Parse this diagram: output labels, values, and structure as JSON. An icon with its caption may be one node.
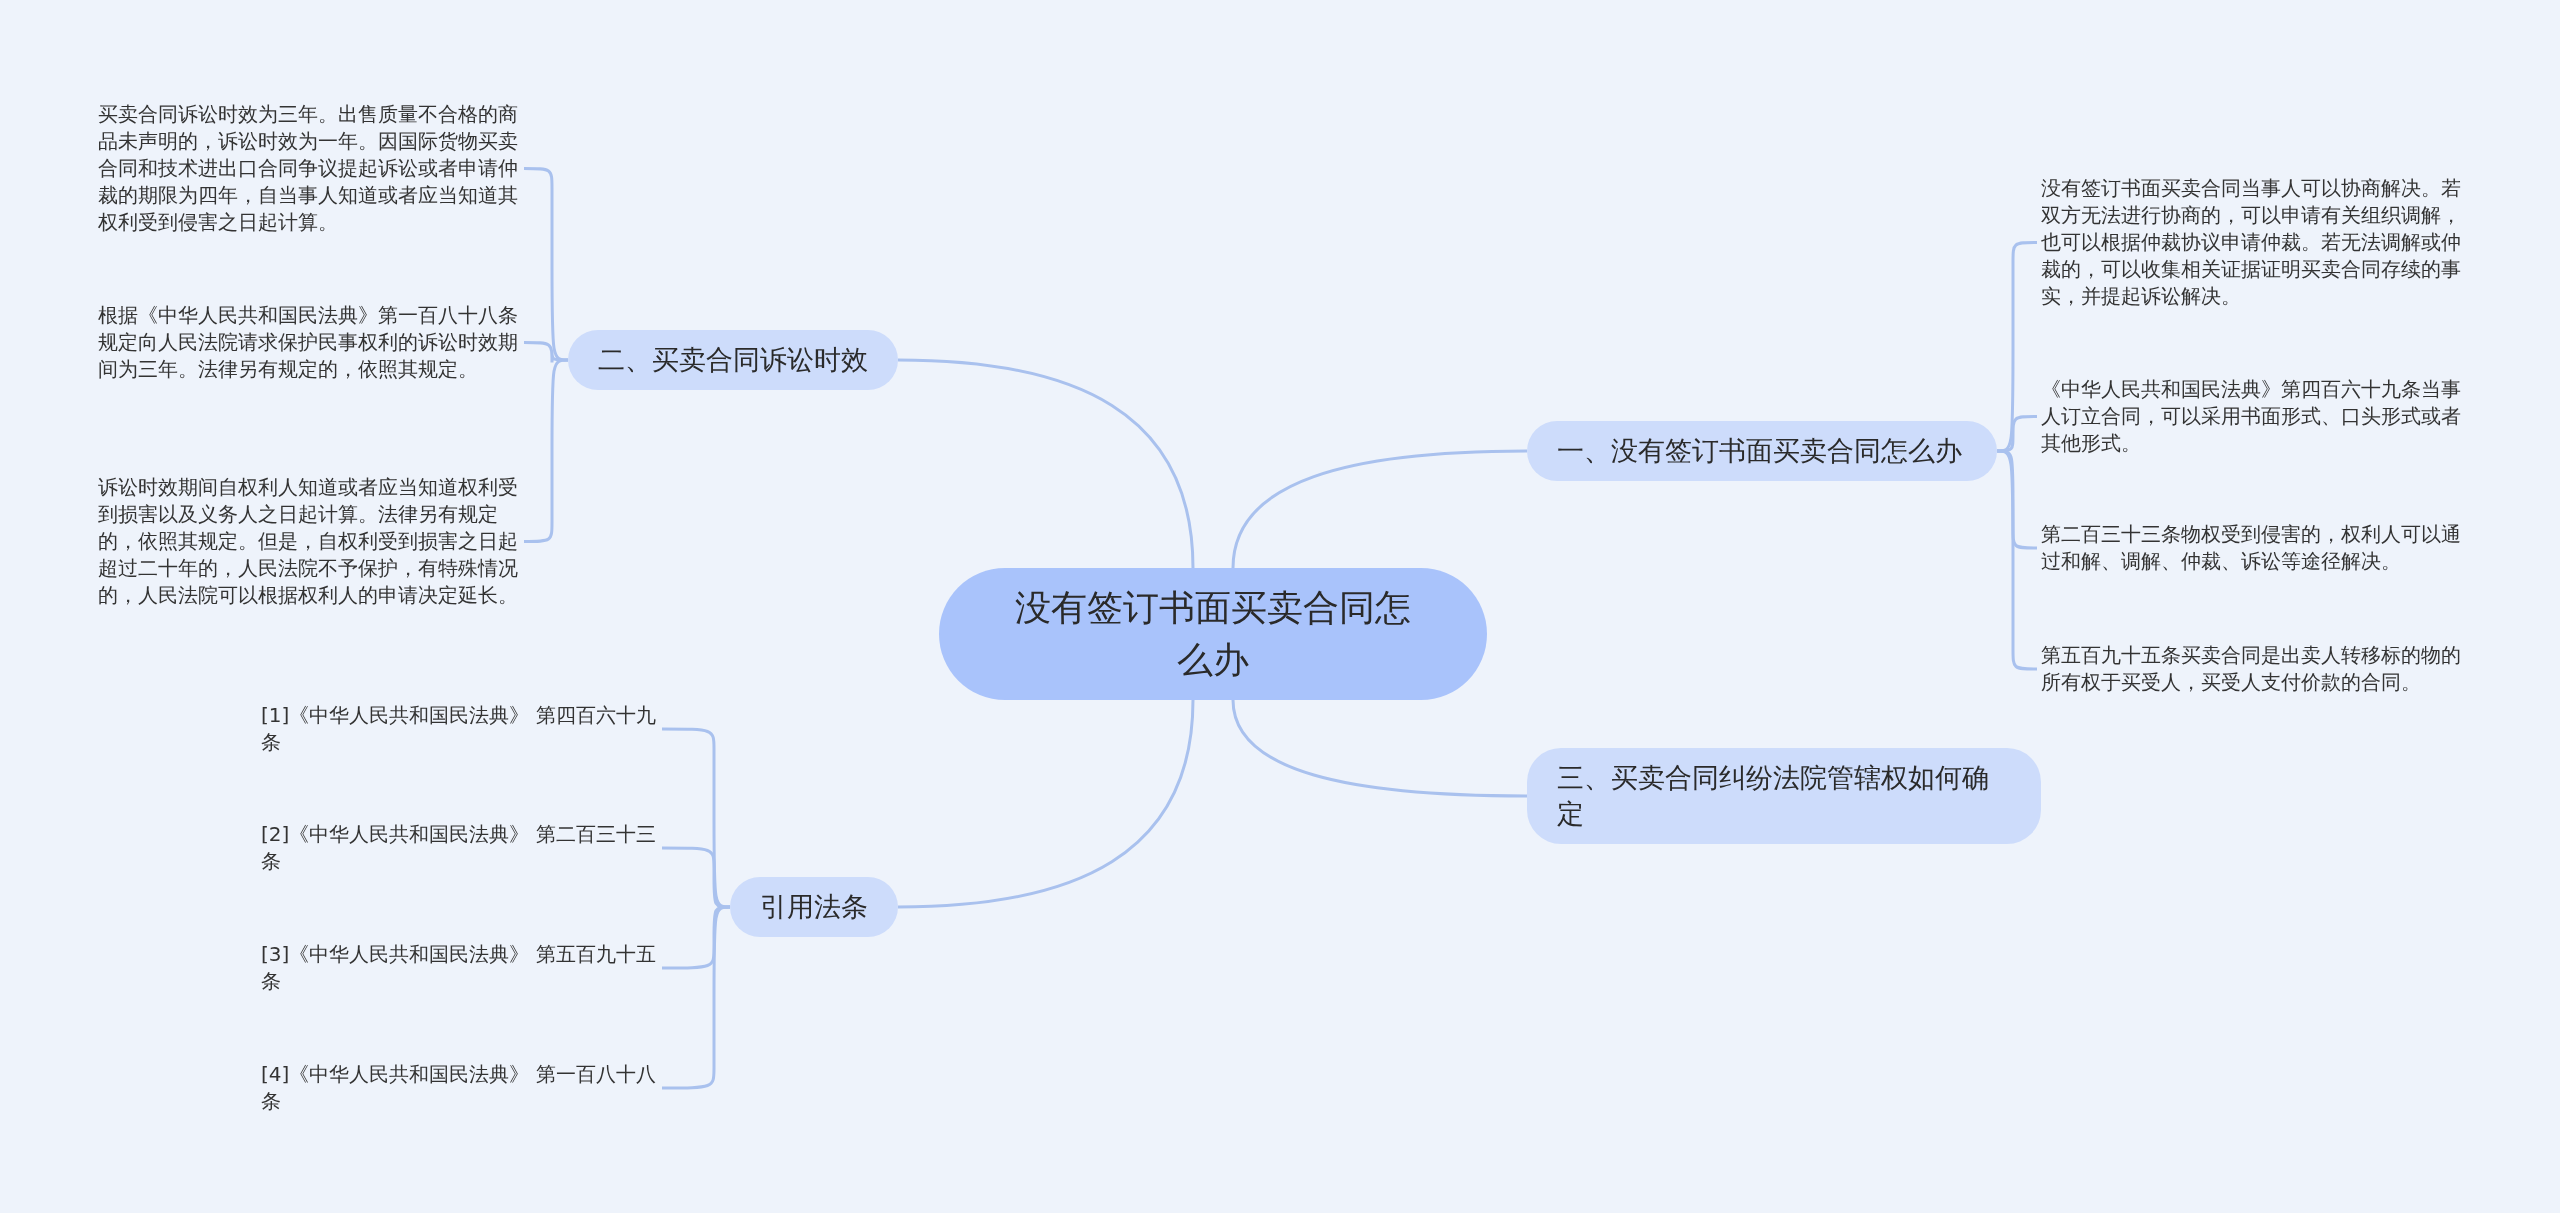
{
  "diagram": {
    "nodes": [
      {
        "text": [
          "没有签订书面买卖合同怎么办"
        ]
      },
      {
        "text": [
          "一、没有签订书面买卖合同怎么办"
        ]
      },
      {
        "text": [
          "没有签订书面买卖合同当事人可以协商解决。若双方无法进行协商的，可以申请有关组织调解，也可以根据仲裁协议申请仲裁。若无法调解或仲裁的，可以收集相关证据证明买卖合同存续的事实，并提起诉讼解决。"
        ]
      },
      {
        "text": [
          "《中华人民共和国民法典》第四百六十九条当事人订立合同，可以采用书面形式、口头形式或者其他形式。"
        ]
      },
      {
        "text": [
          "第二百三十三条物权受到侵害的，权利人可以通过和解、调解、仲裁、诉讼等途径解决。"
        ]
      },
      {
        "text": [
          "第五百九十五条买卖合同是出卖人转移标的物的所有权于买受人，买受人支付价款的合同。"
        ]
      },
      {
        "text": [
          "三、买卖合同纠纷法院管辖权如何确定"
        ]
      },
      {
        "text": [
          "二、买卖合同诉讼时效"
        ]
      },
      {
        "text": [
          "买卖合同诉讼时效为三年。出售质量不合格的商品未声明的，诉讼时效为一年。因国际货物买卖合同和技术进出口合同争议提起诉讼或者申请仲裁的期限为四年，自当事人知道或者应当知道其权利受到侵害之日起计算。"
        ]
      },
      {
        "text": [
          "根据《中华人民共和国民法典》第一百八十八条规定向人民法院请求保护民事权利的诉讼时效期间为三年。法律另有规定的，依照其规定。"
        ]
      },
      {
        "text": [
          "诉讼时效期间自权利人知道或者应当知道权利受到损害以及义务人之日起计算。法律另有规定的，依照其规定。但是，自权利受到损害之日起超过二十年的，人民法院不予保护，有特殊情况的，人民法院可以根据权利人的申请决定延长。"
        ]
      },
      {
        "text": [
          "引用法条"
        ]
      },
      {
        "text": [
          "[1]《中华人民共和国民法典》 第四百六十九条"
        ]
      },
      {
        "text": [
          "[2]《中华人民共和国民法典》 第二百三十三条"
        ]
      },
      {
        "text": [
          "[3]《中华人民共和国民法典》 第五百九十五条"
        ]
      },
      {
        "text": [
          "[4]《中华人民共和国民法典》 第一百八十八条"
        ]
      }
    ],
    "edges": [
      {
        "from": 0,
        "to": 1,
        "arrow": "none"
      },
      {
        "from": 0,
        "to": 6,
        "arrow": "none"
      },
      {
        "from": 0,
        "to": 7,
        "arrow": "none"
      },
      {
        "from": 0,
        "to": 11,
        "arrow": "none"
      },
      {
        "from": 1,
        "to": 2,
        "arrow": "none"
      },
      {
        "from": 1,
        "to": 3,
        "arrow": "none"
      },
      {
        "from": 1,
        "to": 4,
        "arrow": "none"
      },
      {
        "from": 1,
        "to": 5,
        "arrow": "none"
      },
      {
        "from": 7,
        "to": 8,
        "arrow": "none"
      },
      {
        "from": 7,
        "to": 9,
        "arrow": "none"
      },
      {
        "from": 7,
        "to": 10,
        "arrow": "none"
      },
      {
        "from": 11,
        "to": 12,
        "arrow": "none"
      },
      {
        "from": 11,
        "to": 13,
        "arrow": "none"
      },
      {
        "from": 11,
        "to": 14,
        "arrow": "none"
      },
      {
        "from": 11,
        "to": 15,
        "arrow": "none"
      }
    ]
  }
}
